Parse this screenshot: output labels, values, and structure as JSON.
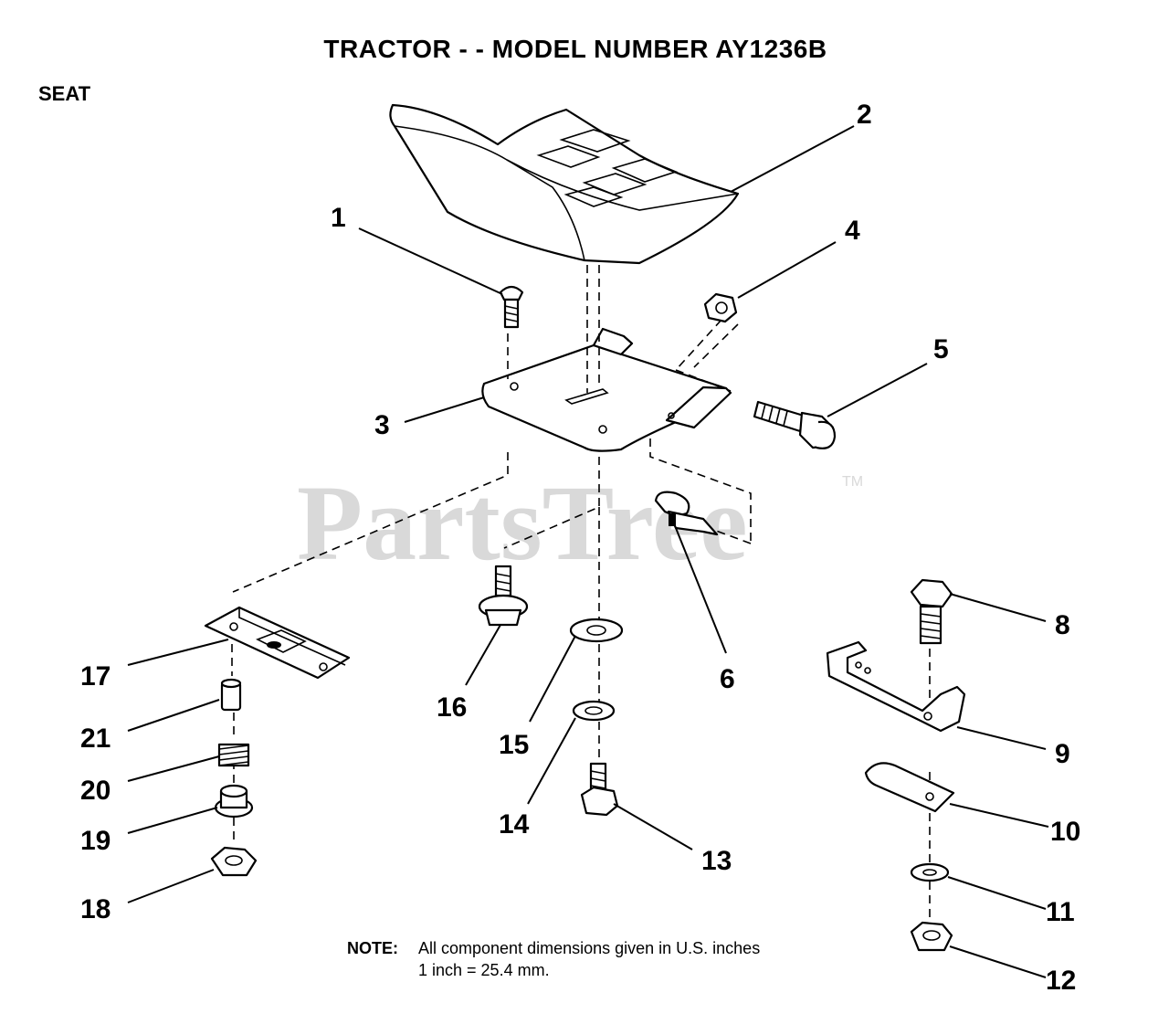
{
  "title": "TRACTOR - - MODEL NUMBER  AY1236B",
  "section": "SEAT",
  "watermark": {
    "text": "PartsTree",
    "tm": "TM"
  },
  "note": {
    "label": "NOTE:",
    "line1": "All component dimensions given in U.S. inches",
    "line2": "1 inch = 25.4 mm."
  },
  "callouts": [
    "1",
    "2",
    "3",
    "4",
    "5",
    "6",
    "8",
    "9",
    "10",
    "11",
    "12",
    "13",
    "14",
    "15",
    "16",
    "17",
    "18",
    "19",
    "20",
    "21"
  ]
}
